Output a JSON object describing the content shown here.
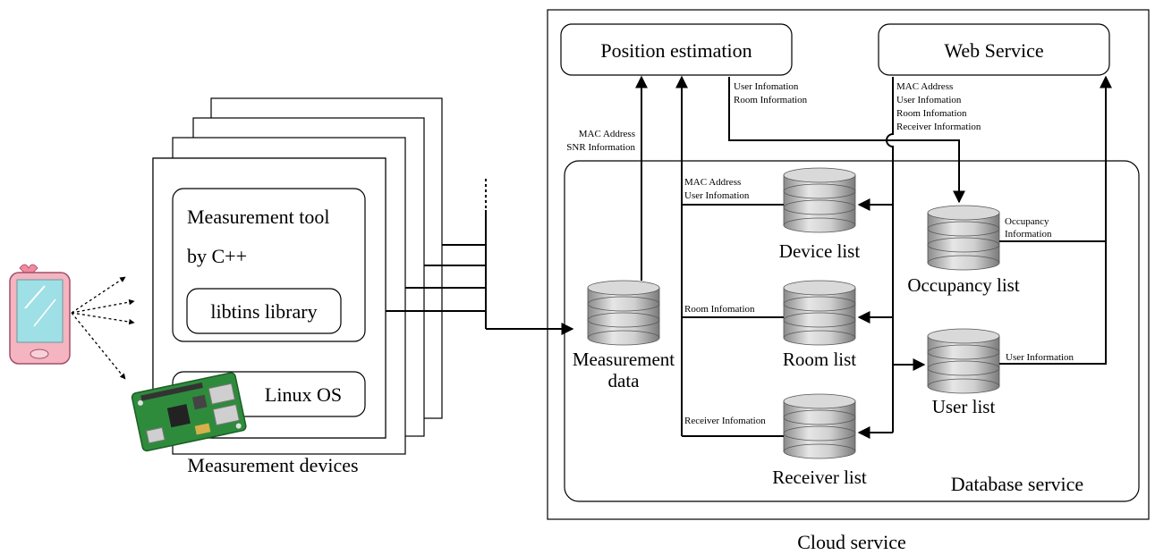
{
  "cloud": {
    "label": "Cloud service"
  },
  "database": {
    "label": "Database service"
  },
  "position": {
    "label": "Position estimation"
  },
  "web": {
    "label": "Web Service"
  },
  "device_stack": {
    "tool_line1": "Measurement tool",
    "tool_line2": "by C++",
    "library": "libtins library",
    "os": "Linux OS",
    "caption": "Measurement devices"
  },
  "databases": {
    "measurement_line1": "Measurement",
    "measurement_line2": "data",
    "device_list": "Device list",
    "room_list": "Room list",
    "receiver_list": "Receiver list",
    "occupancy_list": "Occupancy list",
    "user_list": "User list"
  },
  "edge_labels": {
    "mac_snr_1": "MAC Address",
    "mac_snr_2": "SNR Information",
    "pos_user_1": "User Infomation",
    "pos_user_2": "Room Information",
    "web_1": "MAC Address",
    "web_2": "User Infomation",
    "web_3": "Room Infomation",
    "web_4": "Receiver Information",
    "device_1": "MAC Address",
    "device_2": "User Infomation",
    "room": "Room Infomation",
    "receiver": "Receiver Infomation",
    "occupancy_1": "Occupancy",
    "occupancy_2": "Information",
    "user": "User Information"
  },
  "colors": {
    "phone_body": "#f4b4c0",
    "phone_screen": "#9fdfe6",
    "board_green": "#2e8b3c",
    "db_gray": "#bdbdbd"
  }
}
